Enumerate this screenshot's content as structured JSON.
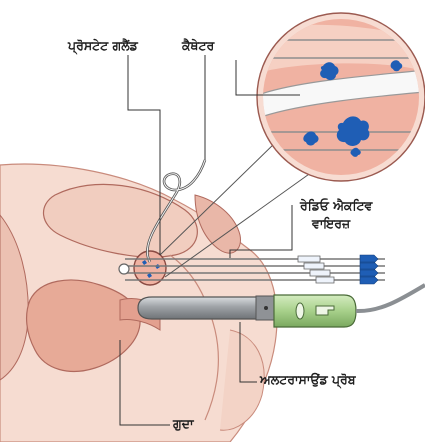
{
  "labels": {
    "prostate_gland": "ਪ੍ਰੋਸਟੇਟ ਗਲੈਂਡ",
    "catheter": "ਕੈਥੇਟਰ",
    "radioactive_wires_line1": "ਰੇਡਿਓ ਐਕਟਿਵ",
    "radioactive_wires_line2": "ਵਾਇਰਜ਼",
    "ultrasound_probe": "ਅਲਟਰਾਸਾਉਂਡ ਪ੍ਰੋਬ",
    "rectum": "ਗੁਦਾ"
  },
  "colors": {
    "tissue": "#f1cdbf",
    "tissue_dark": "#e3a08f",
    "outline": "#b06a5e",
    "zoom_fill": "#f0b2a2",
    "zoom_ring": "#f7dcd2",
    "seed_blue": "#1f5eb5",
    "probe_grey": "#9ea2a6",
    "probe_green": "#a7d08a",
    "wire": "#777777"
  },
  "icons": [
    "prostate-zoom-magnifier",
    "radioactive-seed-icon",
    "ultrasound-probe-icon",
    "catheter-tube-icon"
  ]
}
